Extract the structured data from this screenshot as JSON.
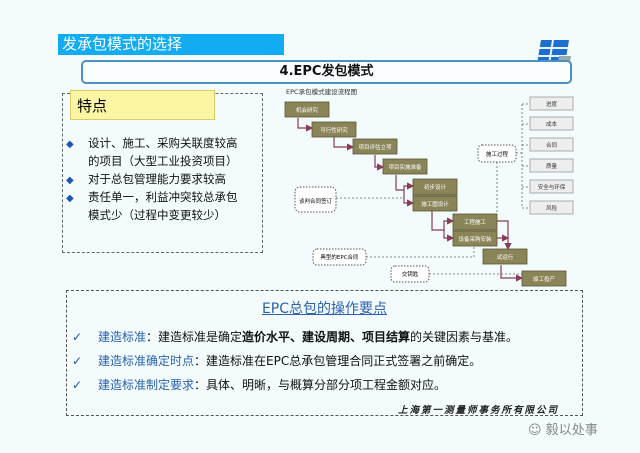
{
  "section_title": "发承包模式的选择",
  "header": "4.EPC发包模式",
  "features": {
    "label": "特点",
    "items": [
      {
        "line1": "设计、施工、采购关联度较高",
        "line2": "的项目（大型工业投资项目）"
      },
      {
        "line1": "对于总包管理能力要求较高",
        "line2": ""
      },
      {
        "line1": "责任单一，利益冲突较总承包",
        "line2": "模式少（过程中变更较少）"
      }
    ]
  },
  "diagram": {
    "title": "EPC承包模式建设流程图",
    "steps": [
      "机会研究",
      "可行性研究",
      "项目评估立项",
      "项目实施准备",
      "初步设计",
      "施工图设计",
      "工程施工",
      "设备采购安装",
      "试运行",
      "竣工投产"
    ],
    "notes": {
      "negotiation": "谈判合同签订",
      "typical": "典型的EPC合同",
      "turnkey": "交钥匙",
      "process": "施工过程"
    },
    "controls": [
      "进度",
      "成本",
      "合同",
      "质量",
      "安全与环保",
      "风险"
    ]
  },
  "operations": {
    "title": "EPC总包的操作要点",
    "items": [
      {
        "key": "建造标准",
        "pre": "：建造标准是确定",
        "bold": "造价水平、建设周期、项目结算",
        "post": "的关键因素与基准。"
      },
      {
        "key": "建造标准确定时点",
        "pre": "：建造标准在EPC总承包管理合同正式签署之前确定。",
        "bold": "",
        "post": ""
      },
      {
        "key": "建造标准制定要求",
        "pre": "：具体、明晰，与概算分部分项工程金额对应。",
        "bold": "",
        "post": ""
      }
    ]
  },
  "company": "上海第一测量师事务所有限公司",
  "watermark": "毅以处事",
  "colors": {
    "accent": "#12acf3",
    "step_box": "#8a8558",
    "arrow": "#8b3a5a"
  }
}
